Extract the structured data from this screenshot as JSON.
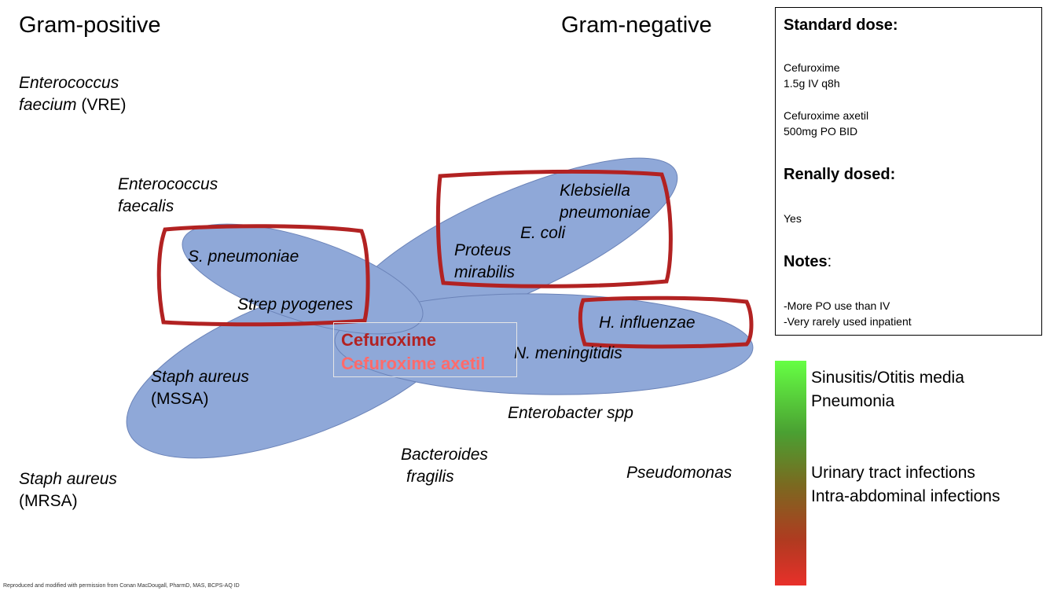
{
  "headers": {
    "gram_positive": "Gram-positive",
    "gram_negative": "Gram-negative"
  },
  "organisms": {
    "e_faecium_1": "Enterococcus",
    "e_faecium_2": "faecium",
    "e_faecium_3": "(VRE)",
    "e_faecalis_1": "Enterococcus",
    "e_faecalis_2": "faecalis",
    "s_pneumoniae": "S. pneumoniae",
    "strep_pyogenes": "Strep pyogenes",
    "mssa_1": "Staph aureus",
    "mssa_2": "(MSSA)",
    "mrsa_1": "Staph aureus",
    "mrsa_2": "(MRSA)",
    "klebsiella_1": "Klebsiella",
    "klebsiella_2": "pneumoniae",
    "e_coli": "E. coli",
    "proteus_1": "Proteus",
    "proteus_2": "mirabilis",
    "h_influenzae": "H. influenzae",
    "n_meningitidis": "N. meningitidis",
    "enterobacter": "Enterobacter spp",
    "bacteroides_1": "Bacteroides",
    "bacteroides_2": "fragilis",
    "pseudomonas": "Pseudomonas"
  },
  "drugs": {
    "iv": "Cefuroxime",
    "po": "Cefuroxime axetil"
  },
  "info": {
    "standard_dose_heading": "Standard dose:",
    "dose_iv_1": "Cefuroxime",
    "dose_iv_2": "1.5g IV q8h",
    "dose_po_1": "Cefuroxime axetil",
    "dose_po_2": "500mg PO BID",
    "renal_heading": "Renally dosed:",
    "renal_value": "Yes",
    "notes_heading": "Notes",
    "notes_colon": ":",
    "note_1": "-More PO use than IV",
    "note_2": "-Very rarely used inpatient"
  },
  "indications": {
    "green_1": "Sinusitis/Otitis media",
    "green_2": "Pneumonia",
    "red_1": "Urinary tract infections",
    "red_2": "Intra-abdominal infections"
  },
  "footer": "Reproduced and modified with permission from Conan MacDougall, PharmD, MAS, BCPS-AQ ID",
  "colors": {
    "ellipse_fill": "#8fa8d8",
    "ellipse_stroke": "#6b83b8",
    "highlight_stroke": "#b22222",
    "drug_iv": "#b22222",
    "drug_po": "#ff6b6b"
  }
}
